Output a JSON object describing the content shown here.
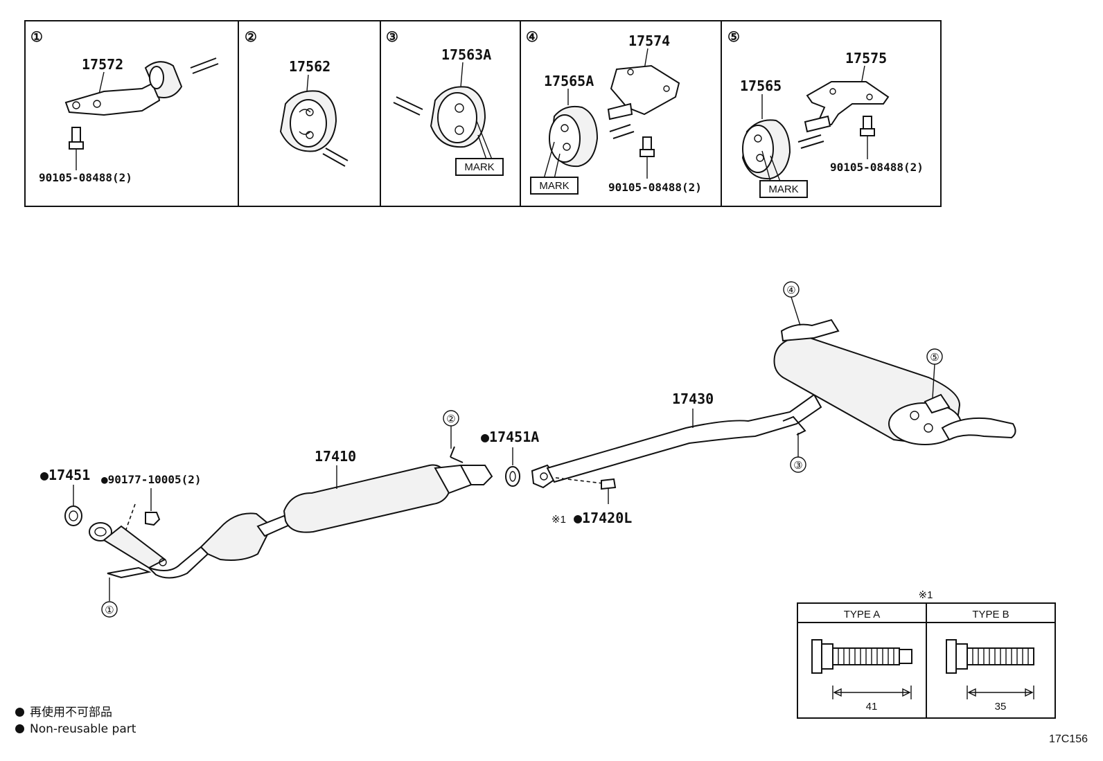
{
  "panels": [
    {
      "num": "①",
      "part": "17572",
      "bolt": "90105-08488(2)"
    },
    {
      "num": "②",
      "part": "17562"
    },
    {
      "num": "③",
      "part": "17563A",
      "mark": "MARK"
    },
    {
      "num": "④",
      "part_a": "17565A",
      "part_b": "17574",
      "mark": "MARK",
      "bolt": "90105-08488(2)"
    },
    {
      "num": "⑤",
      "part_a": "17565",
      "part_b": "17575",
      "mark": "MARK",
      "bolt": "90105-08488(2)"
    }
  ],
  "main": {
    "callouts": [
      "①",
      "②",
      "③",
      "④",
      "⑤"
    ],
    "labels": {
      "gasket_front": "17451",
      "nut": "90177-10005(2)",
      "front_pipe": "17410",
      "gasket_center": "17451A",
      "center_bolt": "17420L",
      "center_bolt_ref": "※1",
      "tail_pipe": "17430"
    }
  },
  "type_table": {
    "ref": "※1",
    "type_a": {
      "label": "TYPE A",
      "length": "41"
    },
    "type_b": {
      "label": "TYPE B",
      "length": "35"
    }
  },
  "legend": {
    "symbol": "●",
    "line_jp": "再使用不可部品",
    "line_en": "Non-reusable part"
  },
  "diagram_id": "17C156"
}
